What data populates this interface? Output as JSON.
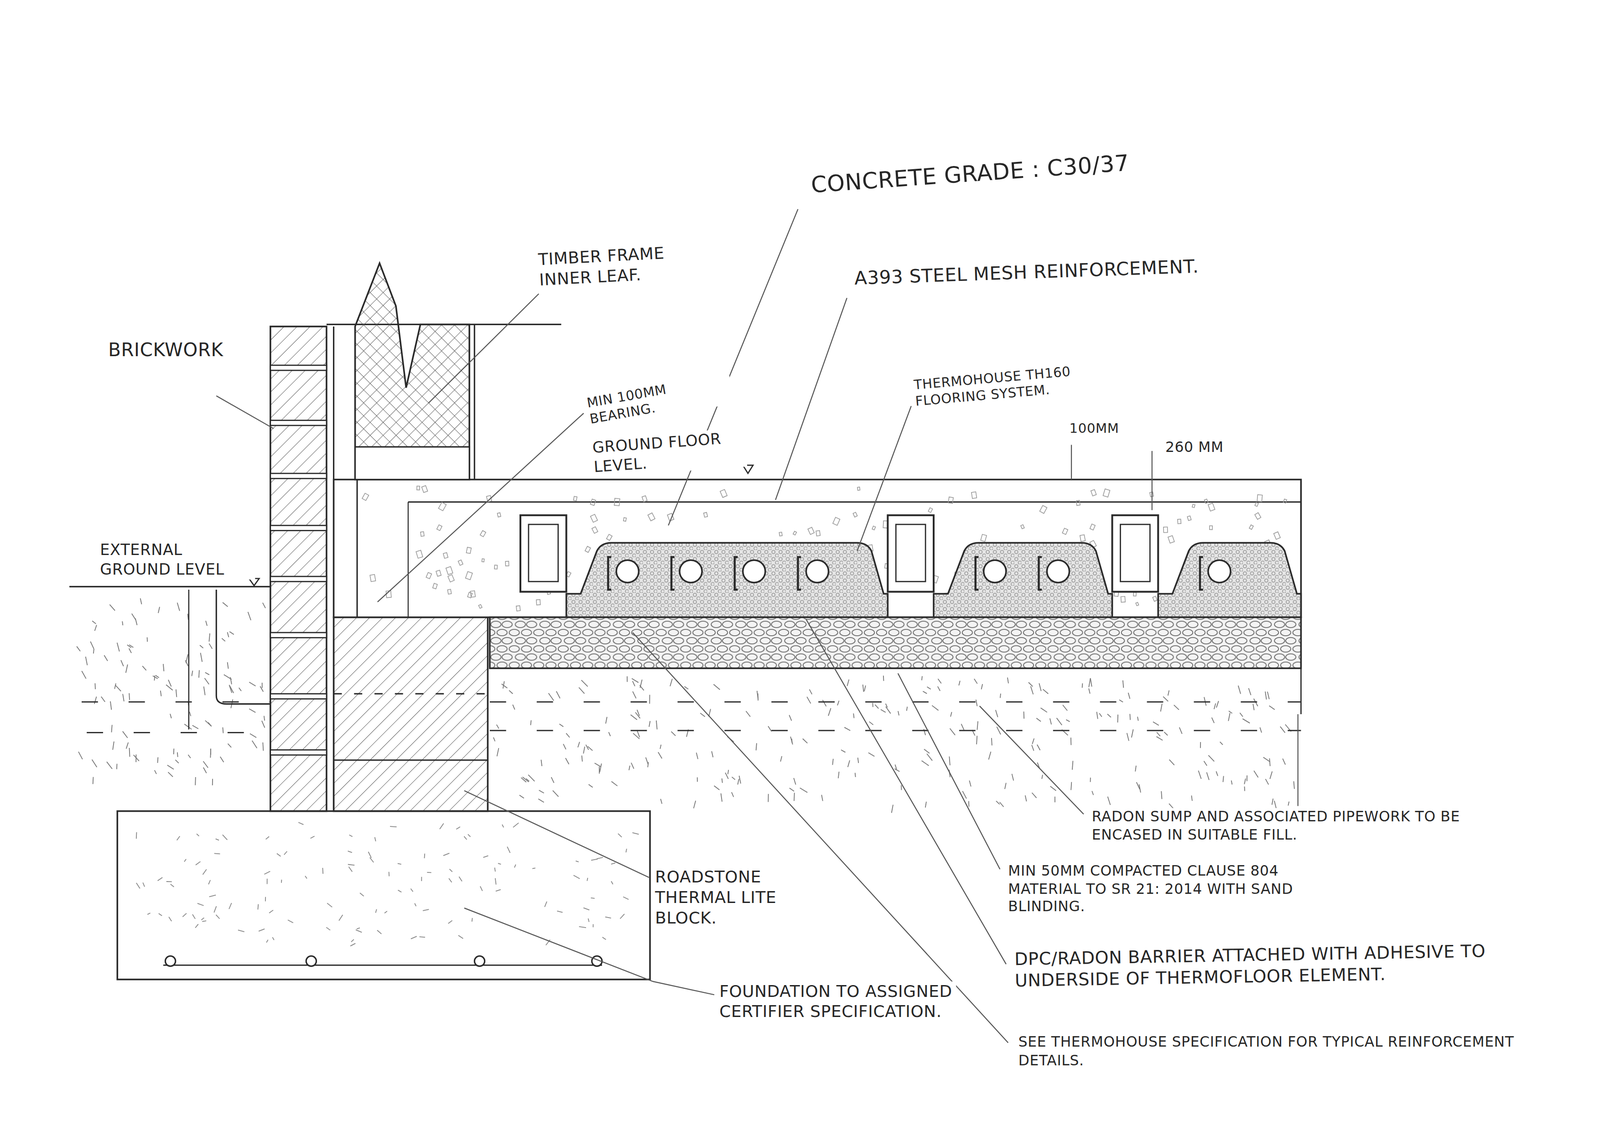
{
  "diagram": {
    "labels": [
      "CONCRETE GRADE : C30/37",
      "TIMBER FRAME INNER LEAF.",
      "A393 STEEL MESH REINFORCEMENT.",
      "BRICKWORK",
      "MIN 100MM BEARING.",
      "THERMOHOUSE TH160 FLOORING SYSTEM.",
      "GROUND FLOOR LEVEL.",
      "100MM",
      "260 MM",
      "EXTERNAL GROUND LEVEL",
      "RADON SUMP AND ASSOCIATED PIPEWORK TO BE ENCASED IN SUITABLE FILL.",
      "ROADSTONE THERMAL LITE BLOCK.",
      "MIN 50MM COMPACTED CLAUSE 804 MATERIAL TO SR 21: 2014 WITH SAND BLINDING.",
      "FOUNDATION TO ASSIGNED CERTIFIER SPECIFICATION.",
      "DPC/RADON BARRIER ATTACHED WITH ADHESIVE TO UNDERSIDE OF THERMOFLOOR ELEMENT.",
      "SEE THERMOHOUSE SPECIFICATION FOR TYPICAL REINFORCEMENT DETAILS."
    ]
  }
}
